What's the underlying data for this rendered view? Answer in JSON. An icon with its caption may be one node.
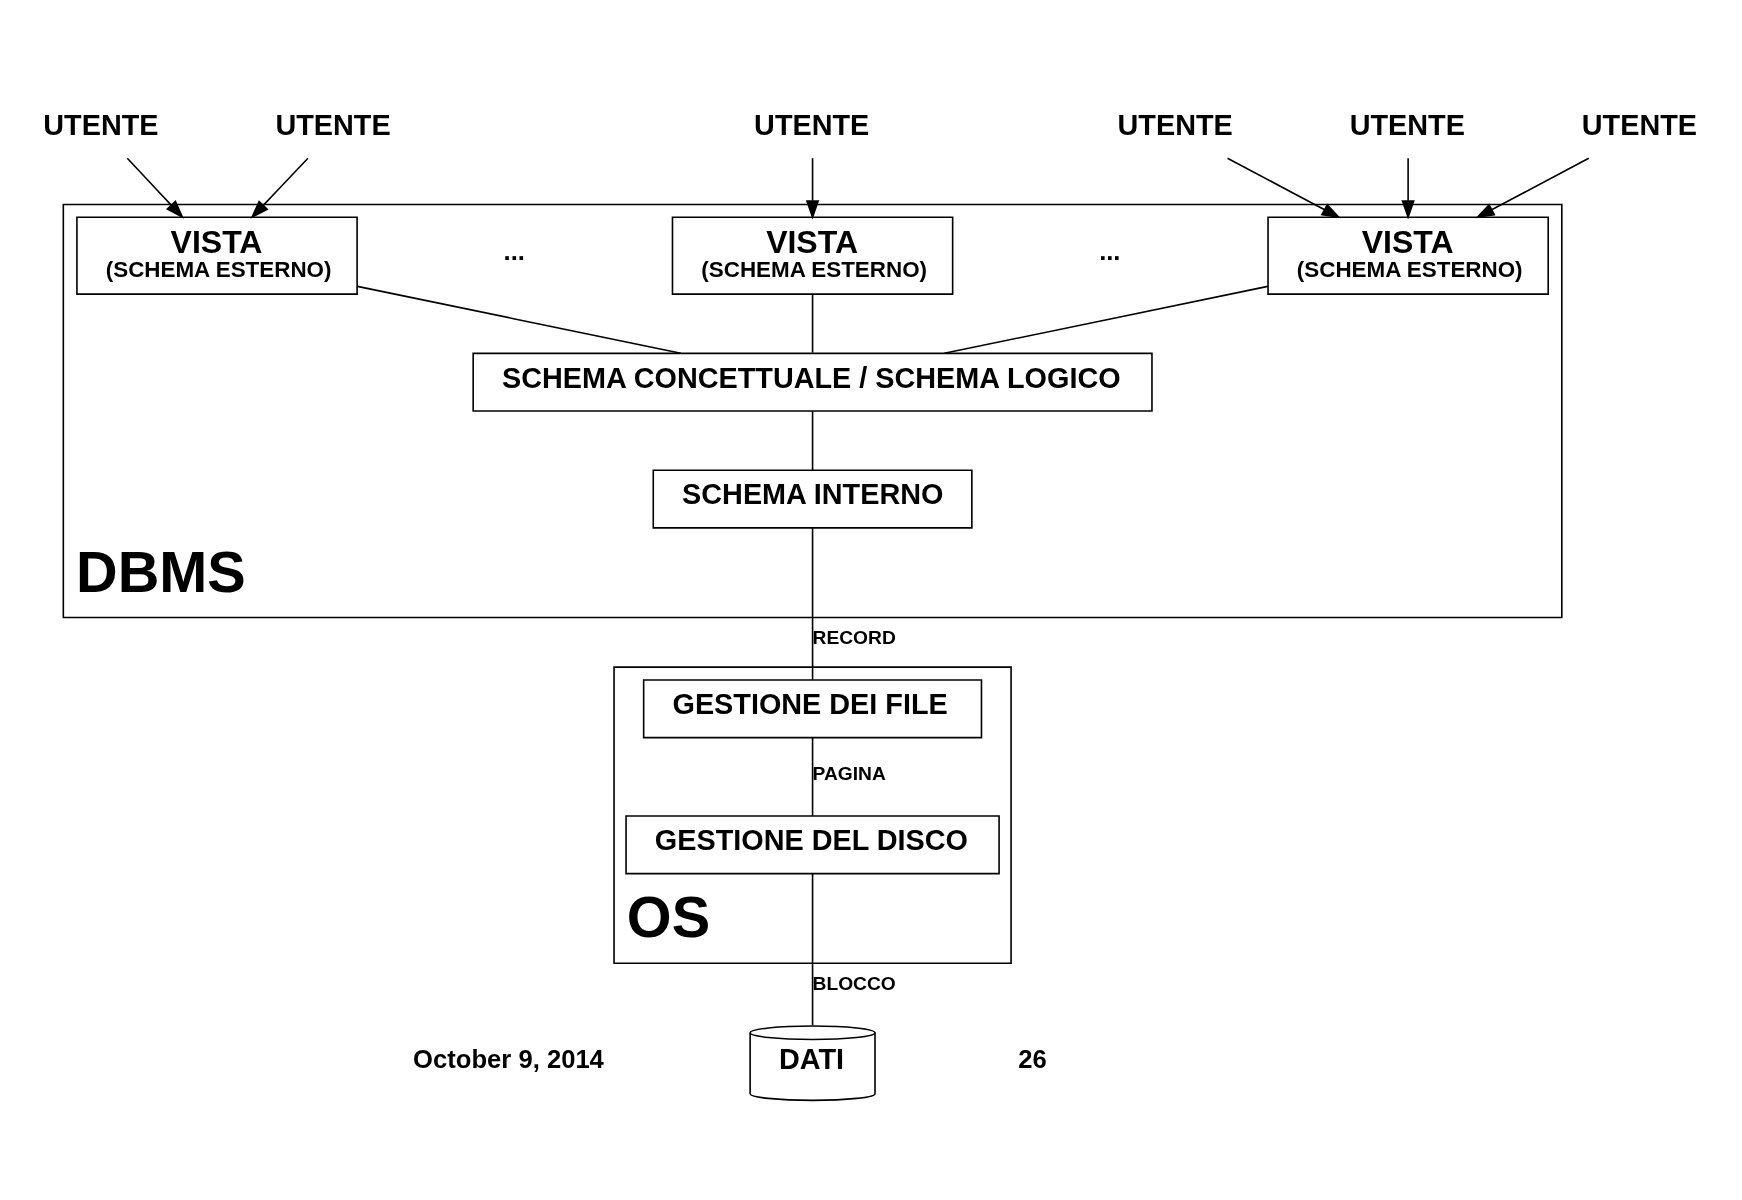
{
  "diagram": {
    "nodes": [
      {
        "text": [
          "UTENTE"
        ]
      },
      {
        "text": [
          "UTENTE"
        ]
      },
      {
        "text": [
          "UTENTE"
        ]
      },
      {
        "text": [
          "UTENTE"
        ]
      },
      {
        "text": [
          "UTENTE"
        ]
      },
      {
        "text": [
          "UTENTE"
        ]
      },
      {
        "text": [
          "DBMS"
        ]
      },
      {
        "text": [
          "VISTA",
          "(SCHEMA ESTERNO)"
        ],
        "in": 6
      },
      {
        "text": [
          "VISTA",
          "(SCHEMA ESTERNO)"
        ],
        "in": 6
      },
      {
        "text": [
          "VISTA",
          "(SCHEMA ESTERNO)"
        ],
        "in": 6
      },
      {
        "text": [
          "SCHEMA CONCETTUALE / SCHEMA LOGICO"
        ],
        "in": 6
      },
      {
        "text": [
          "SCHEMA INTERNO"
        ],
        "in": 6
      },
      {
        "text": [
          "OS"
        ]
      },
      {
        "text": [
          "GESTIONE DEI FILE"
        ],
        "in": 12
      },
      {
        "text": [
          "GESTIONE DEL DISCO"
        ],
        "in": 12
      },
      {
        "text": [
          "DATI"
        ]
      }
    ],
    "edges": [
      {
        "from": 0,
        "to": 7,
        "arrow": "to"
      },
      {
        "from": 1,
        "to": 7,
        "arrow": "to"
      },
      {
        "from": 2,
        "to": 8,
        "arrow": "to"
      },
      {
        "from": 3,
        "to": 9,
        "arrow": "to"
      },
      {
        "from": 4,
        "to": 9,
        "arrow": "to"
      },
      {
        "from": 5,
        "to": 9,
        "arrow": "to"
      },
      {
        "from": 7,
        "to": 10,
        "arrow": "none"
      },
      {
        "from": 8,
        "to": 10,
        "arrow": "none"
      },
      {
        "from": 9,
        "to": 10,
        "arrow": "none"
      },
      {
        "from": 10,
        "to": 11,
        "arrow": "none"
      },
      {
        "from": 11,
        "to": 13,
        "label": "RECORD",
        "arrow": "none"
      },
      {
        "from": 13,
        "to": 14,
        "label": "PAGINA",
        "arrow": "none"
      },
      {
        "from": 14,
        "to": 15,
        "label": "BLOCCO",
        "arrow": "none"
      }
    ],
    "labels": [
      "...",
      "...",
      "October 9, 2014",
      "26"
    ]
  }
}
